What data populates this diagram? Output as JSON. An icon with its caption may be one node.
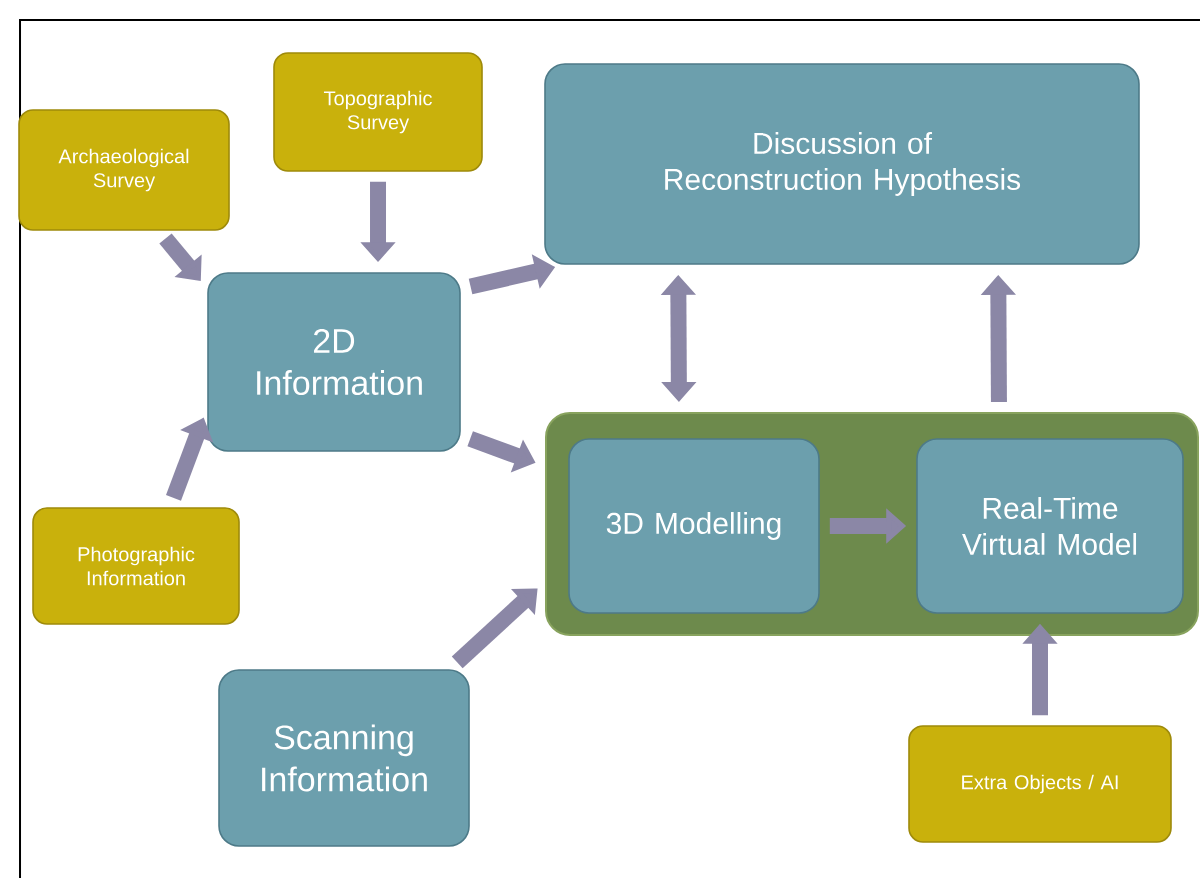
{
  "diagram": {
    "nodes": [
      {
        "text": [
          "Archaeological Survey"
        ]
      },
      {
        "text": [
          "Topographic Survey"
        ]
      },
      {
        "text": [
          "2D Information"
        ]
      },
      {
        "text": [
          "Discussion of Reconstruction Hypothesis"
        ]
      },
      {
        "text": [],
        "shape": "box"
      },
      {
        "text": [
          "3D Modelling"
        ],
        "in": 4
      },
      {
        "text": [
          "Real-Time Virtual Model"
        ],
        "in": 4
      },
      {
        "text": [
          "Photographic Information"
        ]
      },
      {
        "text": [
          "Scanning Information"
        ]
      },
      {
        "text": [
          "Extra Objects / AI"
        ]
      }
    ],
    "edges": [
      {
        "from": 0,
        "to": 2,
        "arrow": "to"
      },
      {
        "from": 1,
        "to": 2,
        "arrow": "to"
      },
      {
        "from": 7,
        "to": 2,
        "arrow": "to"
      },
      {
        "from": 2,
        "to": 3,
        "arrow": "to"
      },
      {
        "from": 2,
        "to": 4,
        "arrow": "to"
      },
      {
        "from": 8,
        "to": 4,
        "arrow": "to"
      },
      {
        "from": 3,
        "to": 4,
        "arrow": "both"
      },
      {
        "from": 5,
        "to": 6,
        "arrow": "to"
      },
      {
        "from": 4,
        "to": 3,
        "arrow": "to"
      },
      {
        "from": 9,
        "to": 6,
        "arrow": "to"
      }
    ]
  }
}
